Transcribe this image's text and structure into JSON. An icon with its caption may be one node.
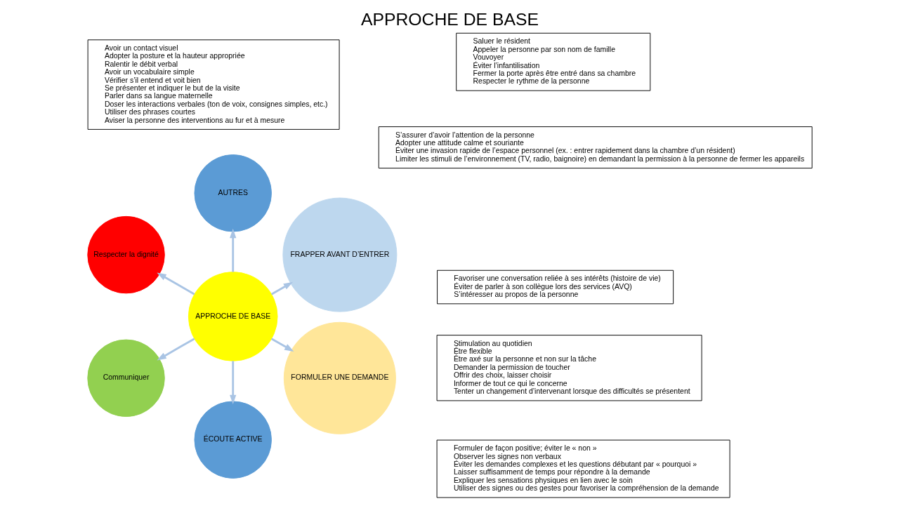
{
  "diagram": {
    "title": "APPROCHE DE BASE",
    "nodes": [
      {
        "text": [
          "APPROCHE DE BASE"
        ]
      },
      {
        "text": [
          "FRAPPER AVANT D’ENTRER"
        ]
      },
      {
        "text": [
          "AUTRES"
        ]
      },
      {
        "text": [
          "Respecter la dignité"
        ]
      },
      {
        "text": [
          "Communiquer"
        ]
      },
      {
        "text": [
          "ÉCOUTE ACTIVE"
        ]
      },
      {
        "text": [
          "FORMULER UNE DEMANDE"
        ]
      },
      {
        "text": [
          "S’assurer d’avoir l’attention de la personne",
          "Adopter une attitude calme et souriante",
          "Éviter une invasion rapide de l’espace personnel (ex. : entrer rapidement dans la chambre d’un résident)",
          "Limiter les stimuli de l’environnement (TV, radio, baignoire) en demandant la permission à la personne de fermer les appareils"
        ]
      },
      {
        "text": [
          "Formuler de façon positive; éviter le « non »",
          "Observer les signes non verbaux",
          "Éviter les demandes complexes et les questions débutant par « pourquoi »",
          "Laisser suffisamment de temps pour répondre à la demande",
          "Expliquer les sensations physiques en lien avec le soin",
          "Utiliser des signes ou des gestes pour favoriser la compréhension de la demande"
        ]
      },
      {
        "text": [
          "Favoriser une conversation reliée à ses intérêts (histoire de vie)",
          "Éviter de parler à son collègue lors des services (AVQ)",
          "S’intéresser au propos de la personne"
        ]
      },
      {
        "text": [
          "Avoir un contact visuel",
          "Adopter la posture et la hauteur appropriée",
          "Ralentir le débit verbal",
          "Avoir un vocabulaire simple",
          "Vérifier s’il entend et voit bien",
          "Se présenter et indiquer le but de la visite",
          "Parler dans sa langue maternelle",
          "Doser les interactions verbales (ton de voix, consignes simples, etc.)",
          "Utiliser des phrases courtes",
          "Aviser la personne des interventions au fur et à mesure"
        ]
      },
      {
        "text": [
          "Stimulation au quotidien",
          "Être flexible",
          "Être axé sur la personne et non sur la tâche",
          "Demander la permission de toucher",
          "Offrir des choix, laisser choisir",
          "Informer de tout ce qui le concerne",
          "Tenter un changement d’intervenant lorsque des difficultés se présentent"
        ]
      },
      {
        "text": [
          "Saluer le résident",
          "Appeler la personne par son nom de famille",
          "Vouvoyer",
          "Éviter l’infantilisation",
          "Fermer la porte après être entré dans sa chambre",
          "Respecter le rythme de la personne"
        ]
      }
    ],
    "edges": [
      {
        "from": 0,
        "to": 1,
        "arrow": "to"
      },
      {
        "from": 0,
        "to": 2,
        "arrow": "to"
      },
      {
        "from": 0,
        "to": 3,
        "arrow": "to"
      },
      {
        "from": 0,
        "to": 4,
        "arrow": "to"
      },
      {
        "from": 0,
        "to": 5,
        "arrow": "to"
      },
      {
        "from": 0,
        "to": 6,
        "arrow": "to"
      }
    ]
  }
}
